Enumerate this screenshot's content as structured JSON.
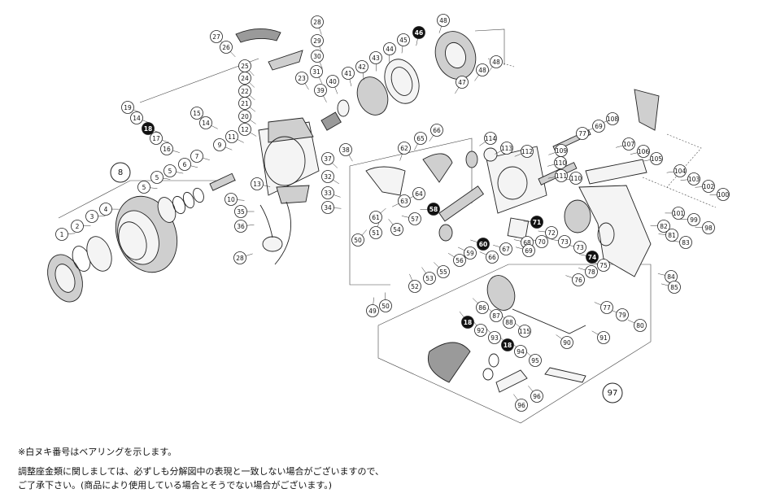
{
  "notes": {
    "bearing_note": "※白ヌキ番号はベアリングを示します。",
    "disclaimer_line1": "調整座金類に関しましては、必ずしも分解図中の表現と一致しない場合がございますので、",
    "disclaimer_line2": "ご了承下さい。(商品により使用している場合とそうでない場合がございます。)"
  },
  "callouts": [
    {
      "id": "c1",
      "label": "1"
    },
    {
      "id": "c2",
      "label": "2"
    },
    {
      "id": "c3",
      "label": "3"
    },
    {
      "id": "c4",
      "label": "4"
    },
    {
      "id": "c5a",
      "label": "5"
    },
    {
      "id": "c5b",
      "label": "5"
    },
    {
      "id": "c5c",
      "label": "5"
    },
    {
      "id": "c6",
      "label": "6"
    },
    {
      "id": "c7",
      "label": "7"
    },
    {
      "id": "c8",
      "label": "8"
    },
    {
      "id": "c9",
      "label": "9"
    },
    {
      "id": "c10",
      "label": "10"
    },
    {
      "id": "c11",
      "label": "11"
    },
    {
      "id": "c12",
      "label": "12"
    },
    {
      "id": "c13",
      "label": "13"
    },
    {
      "id": "c14a",
      "label": "14"
    },
    {
      "id": "c14b",
      "label": "14"
    },
    {
      "id": "c15",
      "label": "15"
    },
    {
      "id": "c16",
      "label": "16"
    },
    {
      "id": "c17",
      "label": "17"
    },
    {
      "id": "c18a",
      "label": "18"
    },
    {
      "id": "c19",
      "label": "19"
    },
    {
      "id": "c20",
      "label": "20"
    },
    {
      "id": "c21",
      "label": "21"
    },
    {
      "id": "c22",
      "label": "22"
    },
    {
      "id": "c23",
      "label": "23"
    },
    {
      "id": "c24",
      "label": "24"
    },
    {
      "id": "c25",
      "label": "25"
    },
    {
      "id": "c26",
      "label": "26"
    },
    {
      "id": "c27",
      "label": "27"
    },
    {
      "id": "c28a",
      "label": "28"
    },
    {
      "id": "c28b",
      "label": "28"
    },
    {
      "id": "c29",
      "label": "29"
    },
    {
      "id": "c30",
      "label": "30"
    },
    {
      "id": "c31",
      "label": "31"
    },
    {
      "id": "c32",
      "label": "32"
    },
    {
      "id": "c33",
      "label": "33"
    },
    {
      "id": "c34",
      "label": "34"
    },
    {
      "id": "c35",
      "label": "35"
    },
    {
      "id": "c36",
      "label": "36"
    },
    {
      "id": "c37",
      "label": "37"
    },
    {
      "id": "c38",
      "label": "38"
    },
    {
      "id": "c39",
      "label": "39"
    },
    {
      "id": "c40",
      "label": "40"
    },
    {
      "id": "c41",
      "label": "41"
    },
    {
      "id": "c42",
      "label": "42"
    },
    {
      "id": "c43",
      "label": "43"
    },
    {
      "id": "c44",
      "label": "44"
    },
    {
      "id": "c45",
      "label": "45"
    },
    {
      "id": "c46",
      "label": "46"
    },
    {
      "id": "c47",
      "label": "47"
    },
    {
      "id": "c48a",
      "label": "48"
    },
    {
      "id": "c48b",
      "label": "48"
    },
    {
      "id": "c48c",
      "label": "48"
    },
    {
      "id": "c49",
      "label": "49"
    },
    {
      "id": "c50a",
      "label": "50"
    },
    {
      "id": "c50b",
      "label": "50"
    },
    {
      "id": "c51",
      "label": "51"
    },
    {
      "id": "c52",
      "label": "52"
    },
    {
      "id": "c53",
      "label": "53"
    },
    {
      "id": "c54",
      "label": "54"
    },
    {
      "id": "c55",
      "label": "55"
    },
    {
      "id": "c56",
      "label": "56"
    },
    {
      "id": "c57",
      "label": "57"
    },
    {
      "id": "c58",
      "label": "58"
    },
    {
      "id": "c59",
      "label": "59"
    },
    {
      "id": "c60",
      "label": "60"
    },
    {
      "id": "c61",
      "label": "61"
    },
    {
      "id": "c62",
      "label": "62"
    },
    {
      "id": "c63",
      "label": "63"
    },
    {
      "id": "c64",
      "label": "64"
    },
    {
      "id": "c65",
      "label": "65"
    },
    {
      "id": "c66a",
      "label": "66"
    },
    {
      "id": "c66b",
      "label": "66"
    },
    {
      "id": "c67",
      "label": "67"
    },
    {
      "id": "c68",
      "label": "68"
    },
    {
      "id": "c69a",
      "label": "69"
    },
    {
      "id": "c69b",
      "label": "69"
    },
    {
      "id": "c70",
      "label": "70"
    },
    {
      "id": "c71",
      "label": "71"
    },
    {
      "id": "c72",
      "label": "72"
    },
    {
      "id": "c73a",
      "label": "73"
    },
    {
      "id": "c73b",
      "label": "73"
    },
    {
      "id": "c74",
      "label": "74"
    },
    {
      "id": "c75",
      "label": "75"
    },
    {
      "id": "c76",
      "label": "76"
    },
    {
      "id": "c77a",
      "label": "77"
    },
    {
      "id": "c77b",
      "label": "77"
    },
    {
      "id": "c78",
      "label": "78"
    },
    {
      "id": "c79",
      "label": "79"
    },
    {
      "id": "c80",
      "label": "80"
    },
    {
      "id": "c81",
      "label": "81"
    },
    {
      "id": "c82",
      "label": "82"
    },
    {
      "id": "c83",
      "label": "83"
    },
    {
      "id": "c84",
      "label": "84"
    },
    {
      "id": "c85",
      "label": "85"
    },
    {
      "id": "c86",
      "label": "86"
    },
    {
      "id": "c87",
      "label": "87"
    },
    {
      "id": "c88",
      "label": "88"
    },
    {
      "id": "c90",
      "label": "90"
    },
    {
      "id": "c91",
      "label": "91"
    },
    {
      "id": "c92",
      "label": "92"
    },
    {
      "id": "c93",
      "label": "93"
    },
    {
      "id": "c94",
      "label": "94"
    },
    {
      "id": "c95",
      "label": "95"
    },
    {
      "id": "c96a",
      "label": "96"
    },
    {
      "id": "c96b",
      "label": "96"
    },
    {
      "id": "c97",
      "label": "97"
    },
    {
      "id": "c98",
      "label": "98"
    },
    {
      "id": "c99",
      "label": "99"
    },
    {
      "id": "c100",
      "label": "100"
    },
    {
      "id": "c101",
      "label": "101"
    },
    {
      "id": "c102",
      "label": "102"
    },
    {
      "id": "c103",
      "label": "103"
    },
    {
      "id": "c104",
      "label": "104"
    },
    {
      "id": "c105",
      "label": "105"
    },
    {
      "id": "c106",
      "label": "106"
    },
    {
      "id": "c107",
      "label": "107"
    },
    {
      "id": "c108",
      "label": "108"
    },
    {
      "id": "c109",
      "label": "109"
    },
    {
      "id": "c110a",
      "label": "110"
    },
    {
      "id": "c110b",
      "label": "110"
    },
    {
      "id": "c111",
      "label": "111"
    },
    {
      "id": "c112",
      "label": "112"
    },
    {
      "id": "c113",
      "label": "113"
    },
    {
      "id": "c114",
      "label": "114"
    },
    {
      "id": "c115",
      "label": "115"
    },
    {
      "id": "c18b",
      "label": "18"
    },
    {
      "id": "c18c",
      "label": "18"
    }
  ]
}
